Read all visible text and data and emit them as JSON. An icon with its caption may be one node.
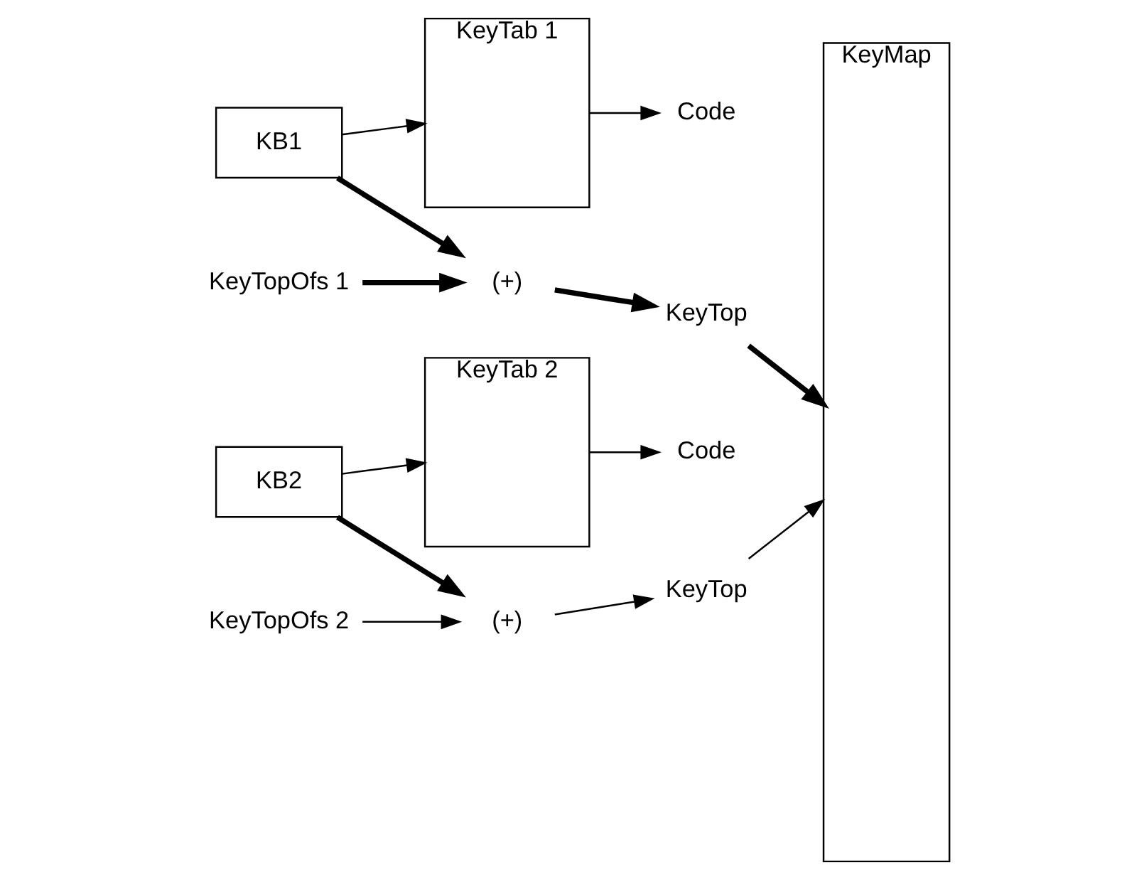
{
  "diagram": {
    "nodes": [
      {
        "text": [
          "KB1"
        ]
      },
      {
        "text": [
          "KeyTab 1"
        ]
      },
      {
        "text": [
          "Code"
        ]
      },
      {
        "text": [
          "KeyMap"
        ]
      },
      {
        "text": [
          "KeyTopOfs 1"
        ]
      },
      {
        "text": [
          "(+)"
        ]
      },
      {
        "text": [
          "KeyTop"
        ]
      },
      {
        "text": [
          "KB2"
        ]
      },
      {
        "text": [
          "KeyTab 2"
        ]
      },
      {
        "text": [
          "Code"
        ]
      },
      {
        "text": [
          "KeyTopOfs 2"
        ]
      },
      {
        "text": [
          "(+)"
        ]
      },
      {
        "text": [
          "KeyTop"
        ]
      }
    ],
    "edges": [
      {
        "from": 0,
        "to": 1,
        "arrow": "to"
      },
      {
        "from": 0,
        "to": 5,
        "arrow": "to",
        "style": "thick"
      },
      {
        "from": 1,
        "to": 2,
        "arrow": "to"
      },
      {
        "from": 4,
        "to": 5,
        "arrow": "to",
        "style": "thick"
      },
      {
        "from": 5,
        "to": 6,
        "arrow": "to",
        "style": "thick"
      },
      {
        "from": 6,
        "to": 3,
        "arrow": "to",
        "style": "thick"
      },
      {
        "from": 7,
        "to": 8,
        "arrow": "to"
      },
      {
        "from": 7,
        "to": 11,
        "arrow": "to",
        "style": "thick"
      },
      {
        "from": 8,
        "to": 9,
        "arrow": "to"
      },
      {
        "from": 10,
        "to": 11,
        "arrow": "to"
      },
      {
        "from": 11,
        "to": 12,
        "arrow": "to"
      },
      {
        "from": 12,
        "to": 3,
        "arrow": "to"
      }
    ]
  }
}
